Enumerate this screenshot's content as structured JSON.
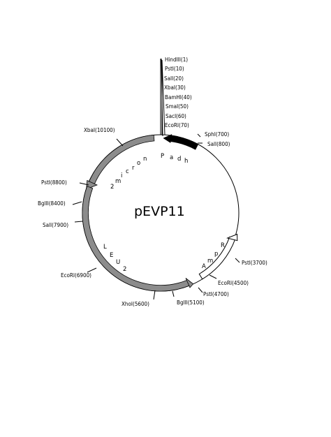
{
  "plasmid": {
    "name": "pEVP11",
    "sites": {
      "hindiii": "HindIII(1)",
      "psti_10": "PstI(10)",
      "sali_20": "SalI(20)",
      "xbai_30": "XbaI(30)",
      "bamhi": "BamHI(40)",
      "smai": "SmaI(50)",
      "saci": "SacI(60)",
      "ecori_70": "EcoRI(70)",
      "sphi": "SphI(700)",
      "sali_800": "SalI(800)",
      "psti_3700": "PstI(3700)",
      "ecori_4500": "EcoRI(4500)",
      "psti_4700": "PstI(4700)",
      "bglii_5100": "BglII(5100)",
      "xhoi": "XhoI(5600)",
      "ecori_6900": "EcoRI(6900)",
      "sali_7900": "SalI(7900)",
      "bglii_8400": "BglII(8400)",
      "psti_8800": "PstI(8800)",
      "xbai_10100": "XbaI(10100)"
    },
    "features": {
      "padh": [
        "P",
        "a",
        "d",
        "h"
      ],
      "ampr": [
        "A",
        "m",
        "p",
        "R"
      ],
      "leu2": [
        "L",
        "E",
        "U",
        "2"
      ],
      "two_micron": [
        "2",
        "m",
        "i",
        "c",
        "r",
        "o",
        "n"
      ]
    },
    "colors": {
      "ring": "#000000",
      "promoter": "#000000",
      "grey_feature": "#8c8c8c",
      "amp_feature": "#ffffff"
    }
  }
}
